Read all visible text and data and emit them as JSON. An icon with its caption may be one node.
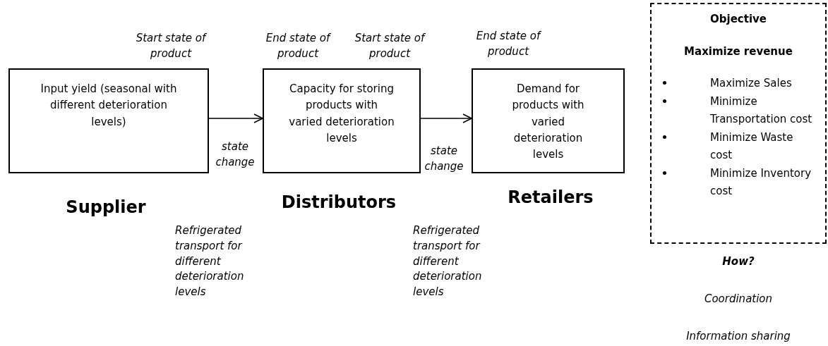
{
  "diagram": {
    "nodes": [
      {
        "text": [
          "Input yield (seasonal with different deterioration levels)"
        ],
        "beside": [
          "Supplier"
        ]
      },
      {
        "text": [
          "Capacity for storing products with varied deterioration levels"
        ],
        "beside": [
          "Distributors"
        ]
      },
      {
        "text": [
          "Demand for products with varied deterioration levels"
        ],
        "beside": [
          "Retailers"
        ]
      },
      {
        "text": [
          "Objective",
          "Maximize revenue",
          "Maximize Sales",
          "Minimize Transportation cost",
          "Minimize Waste cost",
          "Minimize Inventory cost"
        ]
      }
    ],
    "edges": [
      {
        "from": 0,
        "to": 1,
        "arrow": "to"
      },
      {
        "from": 1,
        "to": 2,
        "arrow": "to"
      }
    ],
    "labels": [
      "Start state of product",
      "End state of product",
      "Start state of product",
      "End state of product",
      "state change",
      "state change",
      "Refrigerated transport for different deterioration levels",
      "Refrigerated transport for different deterioration levels",
      "How?",
      "Coordination",
      "Information sharing"
    ]
  }
}
